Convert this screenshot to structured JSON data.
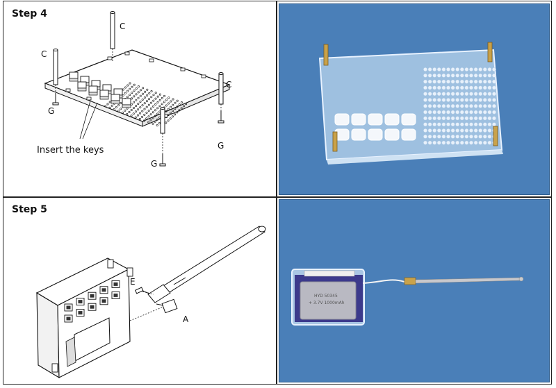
{
  "steps": [
    {
      "title": "Step 4",
      "callouts": {
        "c": "C",
        "g": "G"
      },
      "insert_label": "Insert the keys"
    },
    {
      "title": "Step 5",
      "callouts": {
        "e": "E",
        "a": "A"
      }
    }
  ],
  "photo": {
    "battery_text_1": "HYD 50345",
    "battery_text_2": "+ 3.7V 1000mAh"
  },
  "colors": {
    "photo_background": "#4a7fb8",
    "acrylic": "#d6e6f5",
    "brass": "#c9a24a",
    "battery": "#b9b9c2",
    "pcb": "#3c3a8c"
  }
}
